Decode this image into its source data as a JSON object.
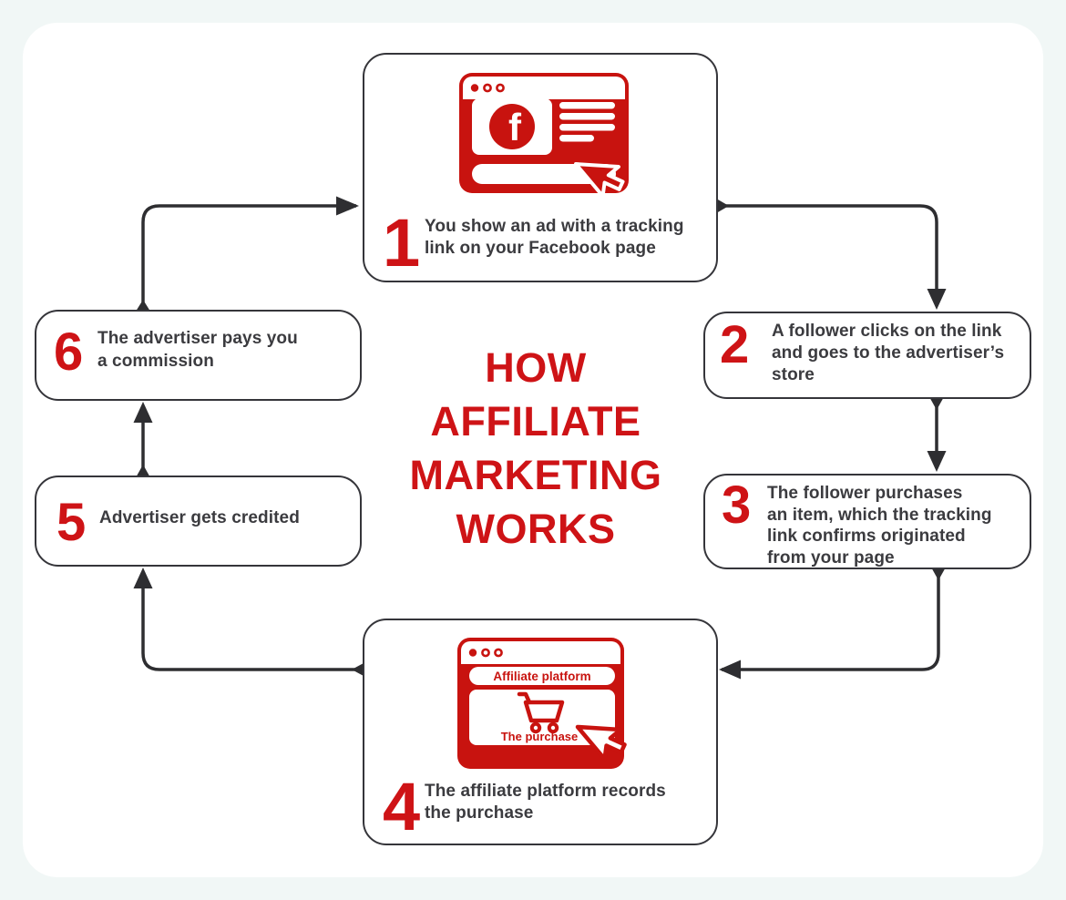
{
  "colors": {
    "page_background": "#f1f7f6",
    "card_background": "#ffffff",
    "accent_red": "#ce1316",
    "icon_red": "#c8130f",
    "text_dark": "#3b3b3f",
    "connector_dark": "#2e2e31"
  },
  "title": "HOW\nAFFILIATE\nMARKETING\nWORKS",
  "steps": [
    {
      "number": "1",
      "text": "You show an ad with a tracking\nlink on your Facebook page"
    },
    {
      "number": "2",
      "text": "A follower clicks on the link\nand goes to the advertiser’s\nstore"
    },
    {
      "number": "3",
      "text": "The follower purchases\nan item, which the tracking\nlink confirms originated\nfrom your page"
    },
    {
      "number": "4",
      "text": "The affiliate platform records\nthe purchase"
    },
    {
      "number": "5",
      "text": "Advertiser gets credited"
    },
    {
      "number": "6",
      "text": "The advertiser pays you\na commission"
    }
  ],
  "facebook_browser_icon": {
    "logo_letter": "f"
  },
  "affiliate_browser_icon": {
    "header_label": "Affiliate platform",
    "purchase_label": "The purchase"
  }
}
